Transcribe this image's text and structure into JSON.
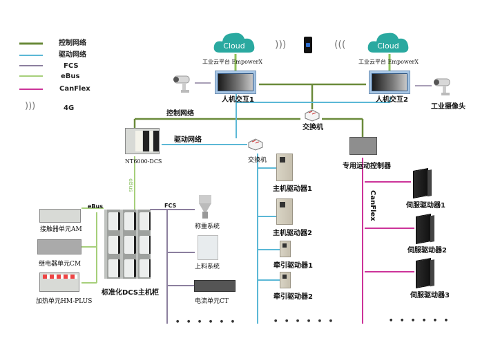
{
  "legend": [
    {
      "label": "控制网络",
      "color": "#6a8a3a",
      "icon": "line"
    },
    {
      "label": "驱动网络",
      "color": "#5bb8d6",
      "icon": "line"
    },
    {
      "label": "FCS",
      "color": "#8c7f9e",
      "icon": "line"
    },
    {
      "label": "eBus",
      "color": "#a6cf7a",
      "icon": "line"
    },
    {
      "label": "CanFlex",
      "color": "#cc3399",
      "icon": "line"
    },
    {
      "label": "4G",
      "color": "#555555",
      "icon": "wireless-icon"
    }
  ],
  "cloud_label": "Cloud",
  "cloud_platform_1": "工业云平台 EmpowerX",
  "cloud_platform_2": "工业云平台 EmpowerX",
  "hmi_1": "人机交互1",
  "hmi_2": "人机交互2",
  "camera": "工业摄像头",
  "switch_1": "交换机",
  "switch_2": "交换机",
  "control_network": "控制网络",
  "drive_network": "驱动网络",
  "dcs_controller": "NT6000-DCS",
  "ebus_vertical": "eBus",
  "ebus_horizontal": "eBus",
  "fcs": "FCS",
  "canflex": "CanFlex",
  "motion_controller": "专用运动控制器",
  "left_units": [
    "接触器单元AM",
    "继电器单元CM",
    "加热单元HM-PLUS"
  ],
  "dcs_cabinet": "标准化DCS主机柜",
  "fcs_devices": [
    "称重系统",
    "上料系统",
    "电流单元CT"
  ],
  "drives": [
    "主机驱动器1",
    "主机驱动器2",
    "牵引驱动器1",
    "牵引驱动器2"
  ],
  "servos": [
    "伺服驱动器1",
    "伺服驱动器2",
    "伺服驱动器3"
  ],
  "ellipsis": "● ● ● ● ● ●"
}
